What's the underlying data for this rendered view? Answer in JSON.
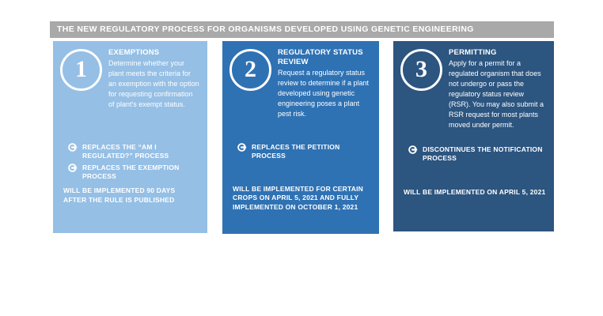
{
  "header": {
    "title": "THE NEW REGULATORY PROCESS FOR ORGANISMS DEVELOPED USING GENETIC ENGINEERING",
    "background_color": "#a9a9a9",
    "text_color": "#ffffff"
  },
  "columns": [
    {
      "number": "1",
      "heading": "EXEMPTIONS",
      "body": "Determine whether your plant meets the criteria for an exemption with the option for requesting confirmation of plant's exempt status.",
      "bullets": [
        {
          "icon": "circle-arrow-right-icon",
          "label": "REPLACES THE “AM I REGULATED?” PROCESS"
        },
        {
          "icon": "circle-arrow-right-icon",
          "label": "REPLACES THE EXEMPTION PROCESS"
        }
      ],
      "implementation_note": "WILL BE IMPLEMENTED 90 DAYS AFTER THE RULE IS PUBLISHED",
      "background_color": "#95bfe5",
      "text_color": "#ffffff"
    },
    {
      "number": "2",
      "heading": "REGULATORY STATUS REVIEW",
      "body": "Request a regulatory status review to determine if a plant developed using genetic engineering poses a plant pest risk.",
      "bullets": [
        {
          "icon": "circle-arrow-right-icon",
          "label": "REPLACES THE PETITION PROCESS"
        }
      ],
      "implementation_note": "WILL BE IMPLEMENTED FOR CERTAIN CROPS ON APRIL 5, 2021 AND FULLY IMPLEMENTED ON OCTOBER 1, 2021",
      "background_color": "#2f72b4",
      "text_color": "#ffffff"
    },
    {
      "number": "3",
      "heading": "PERMITTING",
      "body": "Apply for a permit for a regulated organism that does not undergo or pass the regulatory status review (RSR). You may also submit a RSR request for most plants moved under permit.",
      "bullets": [
        {
          "icon": "circle-arrow-right-icon",
          "label": "DISCONTINUES THE NOTIFICATION PROCESS"
        }
      ],
      "implementation_note": "WILL BE IMPLEMENTED ON APRIL 5, 2021",
      "background_color": "#2c5580",
      "text_color": "#ffffff"
    }
  ]
}
